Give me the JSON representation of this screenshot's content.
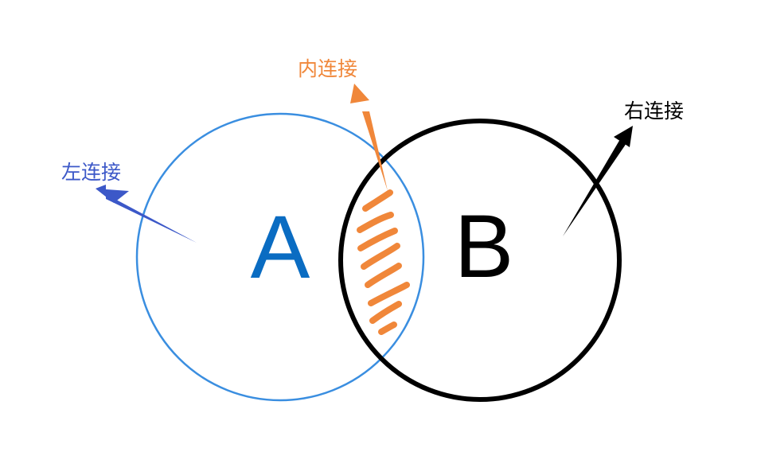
{
  "diagram": {
    "set_a": {
      "label": "A",
      "outline_color": "#3a8ee0",
      "letter_color": "#0a6cc2"
    },
    "set_b": {
      "label": "B",
      "outline_color": "#000000",
      "letter_color": "#000000"
    },
    "labels": {
      "left_join": "左连接",
      "inner_join": "内连接",
      "right_join": "右连接"
    },
    "colors": {
      "left_join": "#3c58c8",
      "inner_join": "#f0873a",
      "right_join": "#000000"
    }
  }
}
